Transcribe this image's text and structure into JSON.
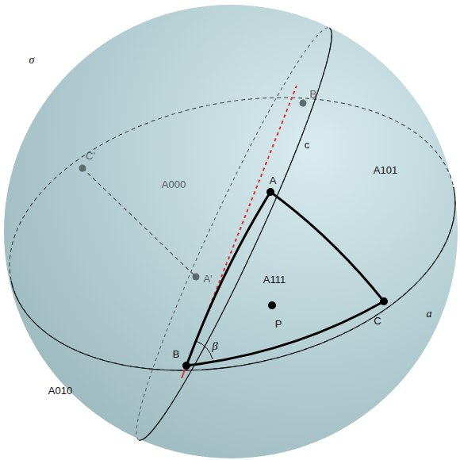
{
  "diagram": {
    "labels": [
      "σ",
      "B'",
      "C'",
      "c",
      "A000",
      "A101",
      "A",
      "A'",
      "A111",
      "P",
      "C",
      "a",
      "B",
      "β",
      "A010"
    ]
  }
}
